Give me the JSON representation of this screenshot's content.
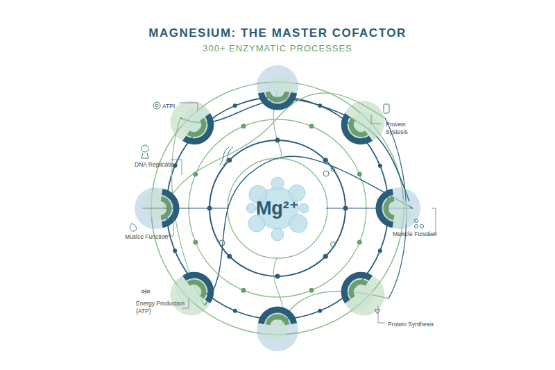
{
  "diagram": {
    "title": "MAGNESIUM: THE MASTER COFACTOR",
    "nodes": [
      {
        "text": [
          "Mg²⁺"
        ]
      }
    ],
    "labels": [
      "300+ ENZYMATIC PROCESSES",
      "ATPI",
      "Provein Systesis",
      "DNA Replication",
      "Muslce Function",
      "Mewcle Function",
      "Energy Production (ATP)",
      "Protein Synthesis"
    ]
  }
}
